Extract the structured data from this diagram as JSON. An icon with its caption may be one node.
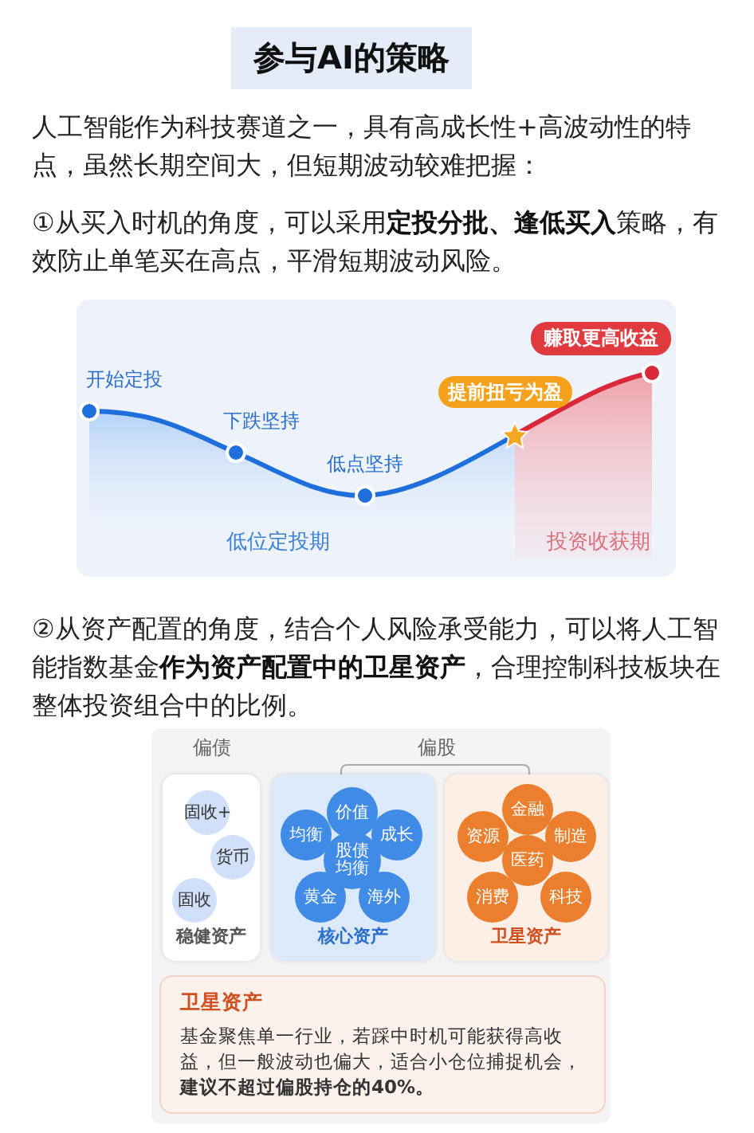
{
  "diagram": {
    "title": "参与AI的策略",
    "nodes": [
      {
        "text": [
          "提前扭亏为盈"
        ]
      },
      {
        "text": [
          "赚取更高收益"
        ]
      },
      {
        "text": [
          "稳健资产"
        ]
      },
      {
        "text": [
          "固收+"
        ],
        "in": 2
      },
      {
        "text": [
          "货币"
        ],
        "in": 2
      },
      {
        "text": [
          "固收"
        ],
        "in": 2
      },
      {
        "text": [
          "核心资产"
        ]
      },
      {
        "text": [
          "价值"
        ],
        "in": 6
      },
      {
        "text": [
          "均衡"
        ],
        "in": 6
      },
      {
        "text": [
          "成长"
        ],
        "in": 6
      },
      {
        "text": [
          "股债均衡"
        ],
        "in": 6
      },
      {
        "text": [
          "黄金"
        ],
        "in": 6
      },
      {
        "text": [
          "海外"
        ],
        "in": 6
      },
      {
        "text": [
          "卫星资产"
        ]
      },
      {
        "text": [
          "金融"
        ],
        "in": 13
      },
      {
        "text": [
          "资源"
        ],
        "in": 13
      },
      {
        "text": [
          "制造"
        ],
        "in": 13
      },
      {
        "text": [
          "医药"
        ],
        "in": 13
      },
      {
        "text": [
          "消费"
        ],
        "in": 13
      },
      {
        "text": [
          "科技"
        ],
        "in": 13
      },
      {
        "text": [
          "卫星资产",
          "基金聚焦单一行业，若踩中时机可能获得高收益，但一般波动也偏大，适合小仓位捕捉机会，**建议不超过偏股持仓的40%。**"
        ]
      }
    ],
    "edges": [],
    "labels": [
      "人工智能作为科技赛道之一，具有高成长性+高波动性的特点，虽然长期空间大，但短期波动较难把握：",
      "①从买入时机的角度，可以采用**定投分批、逢低买入**策略，有效防止单笔买在高点，平滑短期波动风险。",
      "开始定投",
      "下跌坚持",
      "低点坚持",
      "低位定投期",
      "投资收获期",
      "②从资产配置的角度，结合个人风险承受能力，可以将人工智能指数基金**作为资产配置中的卫星资产**，合理控制科技板块在整体投资组合中的比例。",
      "偏债",
      "偏股"
    ]
  }
}
